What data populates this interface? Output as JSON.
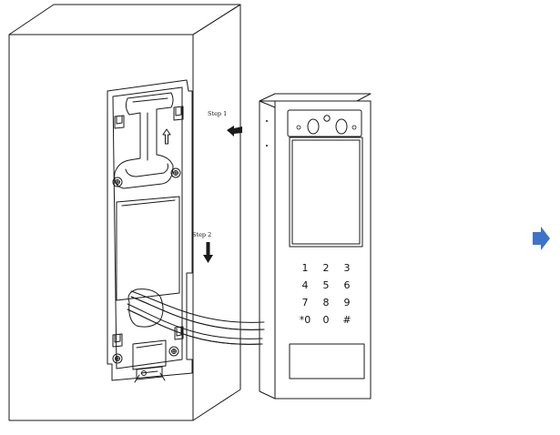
{
  "labels": {
    "step1": "Step 1",
    "step2": "Step 2"
  },
  "keypad": {
    "rows": [
      [
        "1",
        "2",
        "3"
      ],
      [
        "4",
        "5",
        "6"
      ],
      [
        "7",
        "8",
        "9"
      ],
      [
        "*0",
        "0",
        "#"
      ]
    ]
  },
  "colors": {
    "line": "#1a1a1a",
    "wall_front": "#f7f7f7",
    "wall_side": "#e3e3e3",
    "wall_top": "#eeeeee",
    "next_arrow": "#3f73c8"
  },
  "icons": {
    "next_step": "right-pointing-arrow-icon",
    "move_left": "left-arrow-icon",
    "move_down": "down-arrow-icon",
    "up_indicator": "up-arrow-icon"
  }
}
